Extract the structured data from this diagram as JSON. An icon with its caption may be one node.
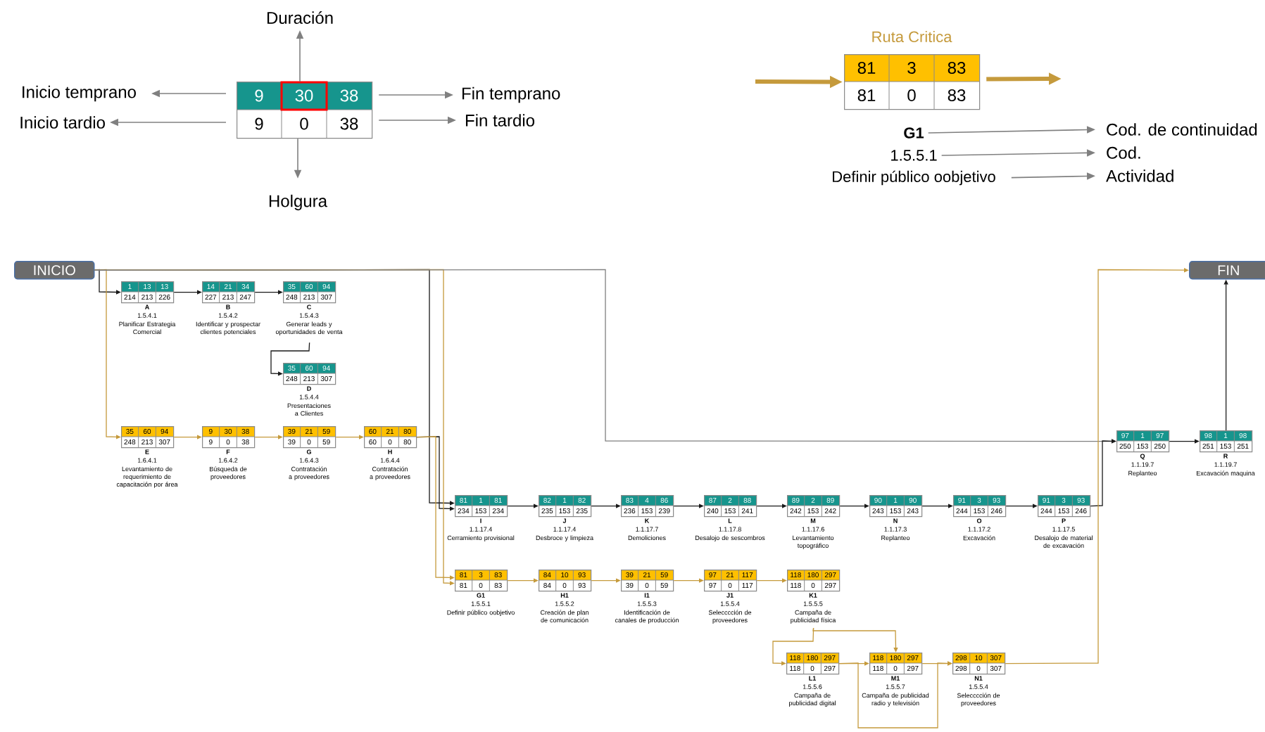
{
  "diagram": {
    "nodes": [
      {
        "text": [
          "Duración"
        ]
      },
      {
        "text": [
          "9",
          "30",
          "38",
          "9",
          "0",
          "38"
        ]
      },
      {
        "text": [
          "Inicio temprano"
        ]
      },
      {
        "text": [
          "Fin temprano"
        ]
      },
      {
        "text": [
          "Inicio tardio"
        ]
      },
      {
        "text": [
          "Fin tardio"
        ]
      },
      {
        "text": [
          "Holgura"
        ]
      },
      {
        "text": [
          "Ruta Critica",
          "81",
          "3",
          "83",
          "81",
          "0",
          "83"
        ]
      },
      {
        "text": [
          "G1"
        ]
      },
      {
        "text": [
          "Cod. de continuidad"
        ]
      },
      {
        "text": [
          "1.5.5.1"
        ]
      },
      {
        "text": [
          "Cod."
        ]
      },
      {
        "text": [
          "Definir público oobjetivo"
        ]
      },
      {
        "text": [
          "Actividad"
        ]
      },
      {
        "text": [
          "INICIO"
        ]
      },
      {
        "text": [
          "1",
          "13",
          "13",
          "214",
          "213",
          "226"
        ],
        "beside": [
          "A",
          "1.5.4.1",
          "Planificar Estrategia Comercial"
        ]
      },
      {
        "text": [
          "14",
          "21",
          "34",
          "227",
          "213",
          "247"
        ],
        "beside": [
          "B",
          "1.5.4.2",
          "Identificar y prospectar clientes potenciales"
        ]
      },
      {
        "text": [
          "35",
          "60",
          "94",
          "248",
          "213",
          "307"
        ],
        "beside": [
          "C",
          "1.5.4.3",
          "Generar leads y oportunidades de venta"
        ]
      },
      {
        "text": [
          "35",
          "60",
          "94",
          "248",
          "213",
          "307"
        ],
        "beside": [
          "D",
          "1.5.4.4",
          "Presentaciones a Clientes"
        ]
      },
      {
        "text": [
          "35",
          "60",
          "94",
          "248",
          "213",
          "307"
        ],
        "beside": [
          "E",
          "1.6.4.1",
          "Levantamiento de requerimiento de capacitación por área"
        ]
      },
      {
        "text": [
          "9",
          "30",
          "38",
          "9",
          "0",
          "38"
        ],
        "beside": [
          "F",
          "1.6.4.2",
          "Búsqueda de proveedores"
        ]
      },
      {
        "text": [
          "39",
          "21",
          "59",
          "39",
          "0",
          "59"
        ],
        "beside": [
          "G",
          "1.6.4.3",
          "Contratación a proveedores"
        ]
      },
      {
        "text": [
          "60",
          "21",
          "80",
          "60",
          "0",
          "80"
        ],
        "beside": [
          "H",
          "1.6.4.4",
          "Contratación a proveedores"
        ]
      },
      {
        "text": [
          "81",
          "1",
          "81",
          "234",
          "153",
          "234"
        ],
        "beside": [
          "I",
          "1.1.17.4",
          "Cerramiento provisional"
        ]
      },
      {
        "text": [
          "82",
          "1",
          "82",
          "235",
          "153",
          "235"
        ],
        "beside": [
          "J",
          "1.1.17.4",
          "Desbroce y limpieza"
        ]
      },
      {
        "text": [
          "83",
          "4",
          "86",
          "236",
          "153",
          "239"
        ],
        "beside": [
          "K",
          "1.1.17.7",
          "Demoliciones"
        ]
      },
      {
        "text": [
          "87",
          "2",
          "88",
          "240",
          "153",
          "241"
        ],
        "beside": [
          "L",
          "1.1.17.8",
          "Desalojo de sescombros"
        ]
      },
      {
        "text": [
          "89",
          "2",
          "89",
          "242",
          "153",
          "242"
        ],
        "beside": [
          "M",
          "1.1.17.6",
          "Levantamiento topográfico"
        ]
      },
      {
        "text": [
          "90",
          "1",
          "90",
          "243",
          "153",
          "243"
        ],
        "beside": [
          "N",
          "1.1.17.3",
          "Replanteo"
        ]
      },
      {
        "text": [
          "91",
          "3",
          "93",
          "244",
          "153",
          "246"
        ],
        "beside": [
          "O",
          "1.1.17.2",
          "Excavación"
        ]
      },
      {
        "text": [
          "91",
          "3",
          "93",
          "244",
          "153",
          "246"
        ],
        "beside": [
          "P",
          "1.1.17.5",
          "Desalojo de material de excavación"
        ]
      },
      {
        "text": [
          "81",
          "3",
          "83",
          "81",
          "0",
          "83"
        ],
        "beside": [
          "G1",
          "1.5.5.1",
          "Definir público oobjetivo"
        ]
      },
      {
        "text": [
          "84",
          "10",
          "93",
          "84",
          "0",
          "93"
        ],
        "beside": [
          "H1",
          "1.5.5.2",
          "Creación de plan de comunicación"
        ]
      },
      {
        "text": [
          "39",
          "21",
          "59",
          "39",
          "0",
          "59"
        ],
        "beside": [
          "I1",
          "1.5.5.3",
          "Identificación de canales de producción"
        ]
      },
      {
        "text": [
          "97",
          "21",
          "117",
          "97",
          "0",
          "117"
        ],
        "beside": [
          "J1",
          "1.5.5.4",
          "Selecccción de proveedores"
        ]
      },
      {
        "text": [
          "118",
          "180",
          "297",
          "118",
          "0",
          "297"
        ],
        "beside": [
          "K1",
          "1.5.5.5",
          "Campaña de publicidad física"
        ]
      },
      {
        "text": [
          "118",
          "180",
          "297",
          "118",
          "0",
          "297"
        ],
        "beside": [
          "L1",
          "1.5.5.6",
          "Campaña de publicidad digital"
        ]
      },
      {
        "text": [
          "118",
          "180",
          "297",
          "118",
          "0",
          "297"
        ],
        "beside": [
          "M1",
          "1.5.5.7",
          "Campaña de publicidad radio y televisión"
        ]
      },
      {
        "text": [
          "298",
          "10",
          "307",
          "298",
          "0",
          "307"
        ],
        "beside": [
          "N1",
          "1.5.5.4",
          "Selecccción de proveedores"
        ]
      },
      {
        "text": [
          "97",
          "1",
          "97",
          "250",
          "153",
          "250"
        ],
        "beside": [
          "Q",
          "1.1.19.7",
          "Replanteo"
        ]
      },
      {
        "text": [
          "98",
          "1",
          "98",
          "251",
          "153",
          "251"
        ],
        "beside": [
          "R",
          "1.1.19.7",
          "Excavación maquina"
        ]
      },
      {
        "text": [
          "FIN"
        ]
      }
    ],
    "edges": [
      {
        "from": 1,
        "to": 0,
        "arrow": "to",
        "color": "#808080"
      },
      {
        "from": 1,
        "to": 2,
        "arrow": "to",
        "color": "#808080"
      },
      {
        "from": 1,
        "to": 3,
        "arrow": "to",
        "color": "#808080"
      },
      {
        "from": 1,
        "to": 4,
        "arrow": "to",
        "color": "#808080"
      },
      {
        "from": 1,
        "to": 5,
        "arrow": "to",
        "color": "#808080"
      },
      {
        "from": 1,
        "to": 6,
        "arrow": "to",
        "color": "#808080"
      },
      {
        "from": null,
        "to": 7,
        "arrow": "to",
        "style": "thick"
      },
      {
        "from": 7,
        "to": null,
        "arrow": "to",
        "style": "thick"
      },
      {
        "from": 8,
        "to": 9,
        "arrow": "to",
        "color": "#808080"
      },
      {
        "from": 10,
        "to": 11,
        "arrow": "to",
        "color": "#808080"
      },
      {
        "from": 12,
        "to": 13,
        "arrow": "to",
        "color": "#808080"
      },
      {
        "from": 14,
        "to": 15,
        "arrow": "to",
        "color": "#1a1a1a"
      },
      {
        "from": 14,
        "to": 19,
        "arrow": "to"
      },
      {
        "from": 15,
        "to": 16,
        "arrow": "to",
        "color": "#1a1a1a"
      },
      {
        "from": 16,
        "to": 17,
        "arrow": "to",
        "color": "#1a1a1a"
      },
      {
        "from": 17,
        "to": 18,
        "arrow": "to",
        "color": "#1a1a1a"
      },
      {
        "from": 19,
        "to": 20,
        "arrow": "to"
      },
      {
        "from": 20,
        "to": 21,
        "arrow": "to"
      },
      {
        "from": 21,
        "to": 22,
        "arrow": "to"
      },
      {
        "from": 14,
        "to": 23,
        "arrow": "to",
        "color": "#1a1a1a"
      },
      {
        "from": 22,
        "to": 23,
        "arrow": "to",
        "color": "#1a1a1a"
      },
      {
        "from": 14,
        "to": 31,
        "arrow": "to"
      },
      {
        "from": 22,
        "to": 31,
        "arrow": "to"
      },
      {
        "from": 14,
        "to": 39,
        "arrow": "to",
        "color": "#808080"
      },
      {
        "from": 23,
        "to": 24,
        "arrow": "to",
        "color": "#1a1a1a"
      },
      {
        "from": 24,
        "to": 25,
        "arrow": "to",
        "color": "#1a1a1a"
      },
      {
        "from": 25,
        "to": 26,
        "arrow": "to",
        "color": "#1a1a1a"
      },
      {
        "from": 26,
        "to": 27,
        "arrow": "to",
        "color": "#1a1a1a"
      },
      {
        "from": 27,
        "to": 28,
        "arrow": "to",
        "color": "#1a1a1a"
      },
      {
        "from": 28,
        "to": 29,
        "arrow": "to",
        "color": "#1a1a1a"
      },
      {
        "from": 29,
        "to": 30,
        "arrow": "to",
        "color": "#1a1a1a"
      },
      {
        "from": 30,
        "to": 39,
        "arrow": "to",
        "color": "#1a1a1a"
      },
      {
        "from": 39,
        "to": 40,
        "arrow": "to",
        "color": "#1a1a1a"
      },
      {
        "from": 40,
        "to": 41,
        "arrow": "to",
        "color": "#1a1a1a"
      },
      {
        "from": 31,
        "to": 32,
        "arrow": "to"
      },
      {
        "from": 32,
        "to": 33,
        "arrow": "to"
      },
      {
        "from": 33,
        "to": 34,
        "arrow": "to"
      },
      {
        "from": 34,
        "to": 35,
        "arrow": "to"
      },
      {
        "from": 35,
        "to": 36,
        "arrow": "to"
      },
      {
        "from": 35,
        "to": 37,
        "arrow": "to"
      },
      {
        "from": 36,
        "to": 37,
        "arrow": "to"
      },
      {
        "from": 36,
        "to": 38,
        "arrow": "to"
      },
      {
        "from": 37,
        "to": 38,
        "arrow": "to"
      },
      {
        "from": 38,
        "to": 41,
        "arrow": "to"
      }
    ]
  }
}
